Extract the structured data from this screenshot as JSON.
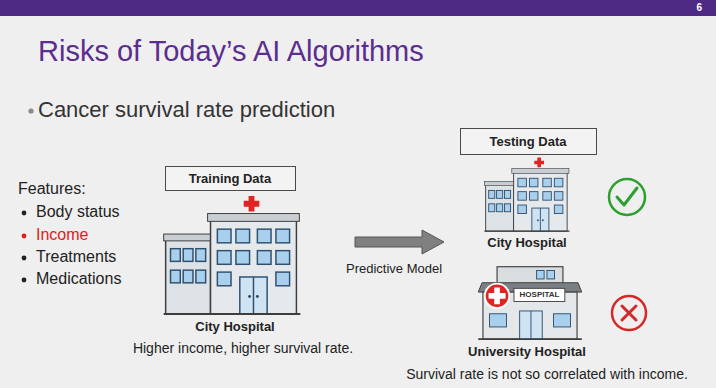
{
  "diagram": {
    "title": "Risks of Today’s AI Algorithms",
    "nodes": [
      {
        "text": [
          "Training Data"
        ]
      },
      {
        "text": [
          "Testing Data"
        ]
      }
    ],
    "labels": [
      "6",
      "Cancer survival rate prediction",
      "Features:",
      "Body status",
      "Income",
      "Treatments",
      "Medications",
      "City Hospital",
      "Higher income, higher survival rate.",
      "Predictive Model",
      "City Hospital",
      "HOSPITAL",
      "University Hospital",
      "Survival rate is not so correlated with income."
    ]
  }
}
